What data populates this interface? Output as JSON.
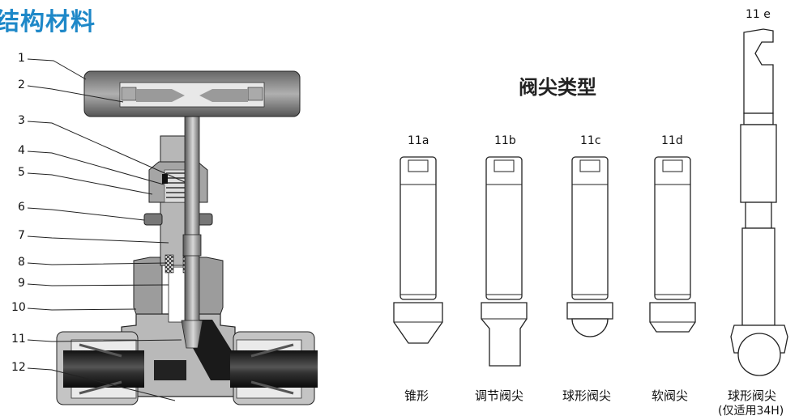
{
  "title": "结构材料",
  "tip_section_title": "阀尖类型",
  "callouts": [
    "1",
    "2",
    "3",
    "4",
    "5",
    "6",
    "7",
    "8",
    "9",
    "10",
    "11",
    "12"
  ],
  "tips": [
    {
      "code": "11a",
      "name": "锥形"
    },
    {
      "code": "11b",
      "name": "调节阀尖"
    },
    {
      "code": "11c",
      "name": "球形阀尖"
    },
    {
      "code": "11d",
      "name": "软阀尖"
    }
  ],
  "tip_e": {
    "code": "11 e",
    "name": "球形阀尖",
    "note": "(仅适用34H)"
  }
}
